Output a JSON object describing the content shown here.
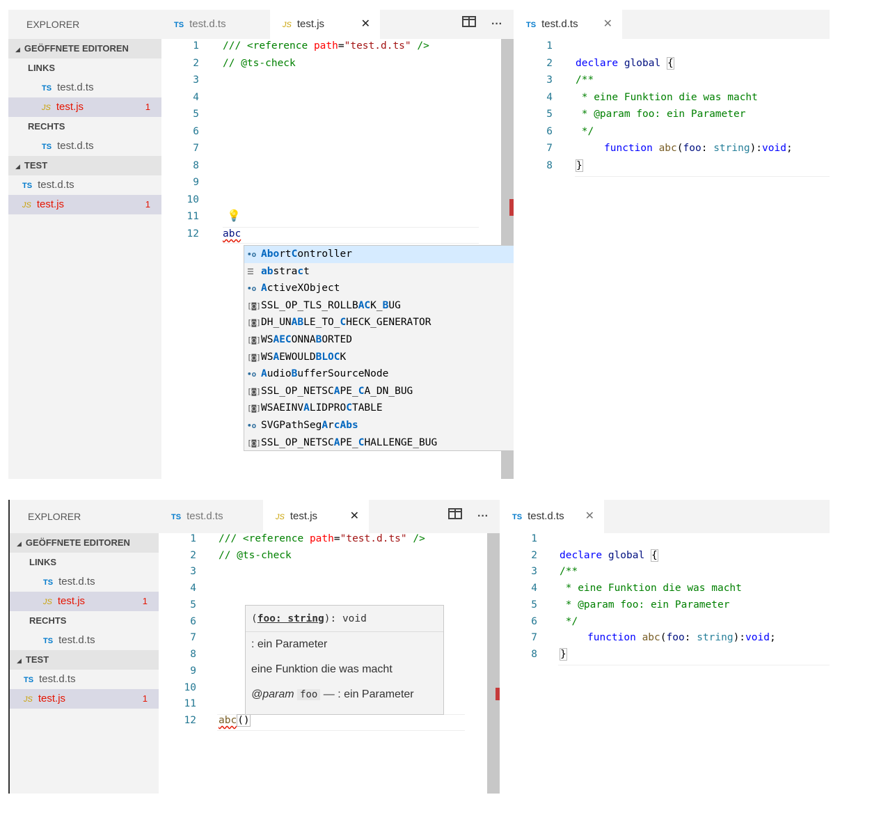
{
  "explorer": {
    "title": "EXPLORER",
    "open_editors": "GEÖFFNETE EDITOREN",
    "group_left": "LINKS",
    "group_right": "RECHTS",
    "folder": "TEST",
    "ts_file": "test.d.ts",
    "js_file": "test.js",
    "error_count": "1",
    "ts_badge": "TS",
    "js_badge": "JS"
  },
  "tabs": {
    "ts": "test.d.ts",
    "js": "test.js",
    "close": "✕",
    "split_icon": "split-editor-icon",
    "more": "···"
  },
  "left_code": {
    "line_numbers": [
      "1",
      "2",
      "3",
      "4",
      "5",
      "6",
      "7",
      "8",
      "9",
      "10",
      "11",
      "12"
    ],
    "ref_prefix": "/// <reference ",
    "ref_attr": "path",
    "ref_eq": "=",
    "ref_value": "\"test.d.ts\"",
    "ref_suffix": " />",
    "ts_check": "// @ts-check",
    "typed_1": "abc",
    "typed_2_ident": "abc",
    "typed_2_parens": "()"
  },
  "right_code": {
    "line_numbers": [
      "1",
      "2",
      "3",
      "4",
      "5",
      "6",
      "7",
      "8"
    ],
    "declare": "declare",
    "global": "global",
    "brace_open": "{",
    "doc_open": "/**",
    "doc_line1": " * eine Funktion die was macht",
    "doc_param_tag": " * @param",
    "doc_param_rest": " foo: ein Parameter",
    "doc_close": " */",
    "fn_kw": "function",
    "fn_name": "abc",
    "fn_param": "foo",
    "fn_type": "string",
    "fn_ret": "void",
    "brace_close": "}"
  },
  "suggestions": [
    {
      "icon": "class",
      "pre": "",
      "m1": "Abo",
      "mid": "rt",
      "m2": "C",
      "post": "ontroller"
    },
    {
      "icon": "keyword",
      "pre": "",
      "m1": "ab",
      "mid": "stra",
      "m2": "c",
      "post": "t"
    },
    {
      "icon": "class",
      "pre": "",
      "m1": "A",
      "mid": "",
      "m2": "",
      "post": "ctiveXObject"
    },
    {
      "icon": "variable",
      "pre": "SSL_OP_TLS_ROLLB",
      "m1": "AC",
      "mid": "K_",
      "m2": "B",
      "post": "UG"
    },
    {
      "icon": "variable",
      "pre": "DH_UN",
      "m1": "AB",
      "mid": "LE_TO_",
      "m2": "C",
      "post": "HECK_GENERATOR"
    },
    {
      "icon": "variable",
      "pre": "WS",
      "m1": "AEC",
      "mid": "ONNA",
      "m2": "B",
      "post": "ORTED"
    },
    {
      "icon": "variable",
      "pre": "WS",
      "m1": "A",
      "mid": "EWOULD",
      "m2": "BLOC",
      "post": "K"
    },
    {
      "icon": "class",
      "pre": "",
      "m1": "A",
      "mid": "udio",
      "m2": "B",
      "post": "ufferSourceNode"
    },
    {
      "icon": "variable",
      "pre": "SSL_OP_NETSC",
      "m1": "A",
      "mid": "PE_",
      "m2": "C",
      "post": "A_DN_BUG"
    },
    {
      "icon": "variable",
      "pre": "WSAEINV",
      "m1": "A",
      "mid": "LIDPRO",
      "m2": "C",
      "post": "TABLE"
    },
    {
      "icon": "class",
      "pre": "SVGPathSeg",
      "m1": "A",
      "mid": "r",
      "m2": "cAbs",
      "post": ""
    },
    {
      "icon": "variable",
      "pre": "SSL_OP_NETSC",
      "m1": "A",
      "mid": "PE_",
      "m2": "C",
      "post": "HALLENGE_BUG"
    }
  ],
  "signature": {
    "open": "(",
    "param": "foo: string",
    "close": "): void",
    "param_doc": ": ein Parameter",
    "description": "eine Funktion die was macht",
    "tag": "@param",
    "tag_param": "foo",
    "tag_rest": " — : ein Parameter"
  }
}
